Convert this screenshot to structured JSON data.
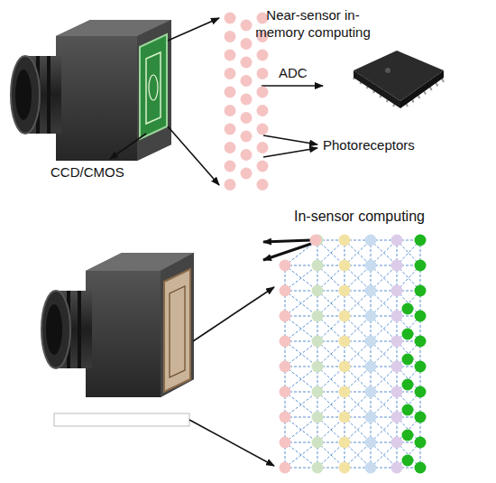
{
  "diagram": {
    "labels": [
      "Near-sensor in-memory computing",
      "ADC",
      "Photoreceptors",
      "CCD/CMOS",
      "In-sensor computing"
    ]
  }
}
